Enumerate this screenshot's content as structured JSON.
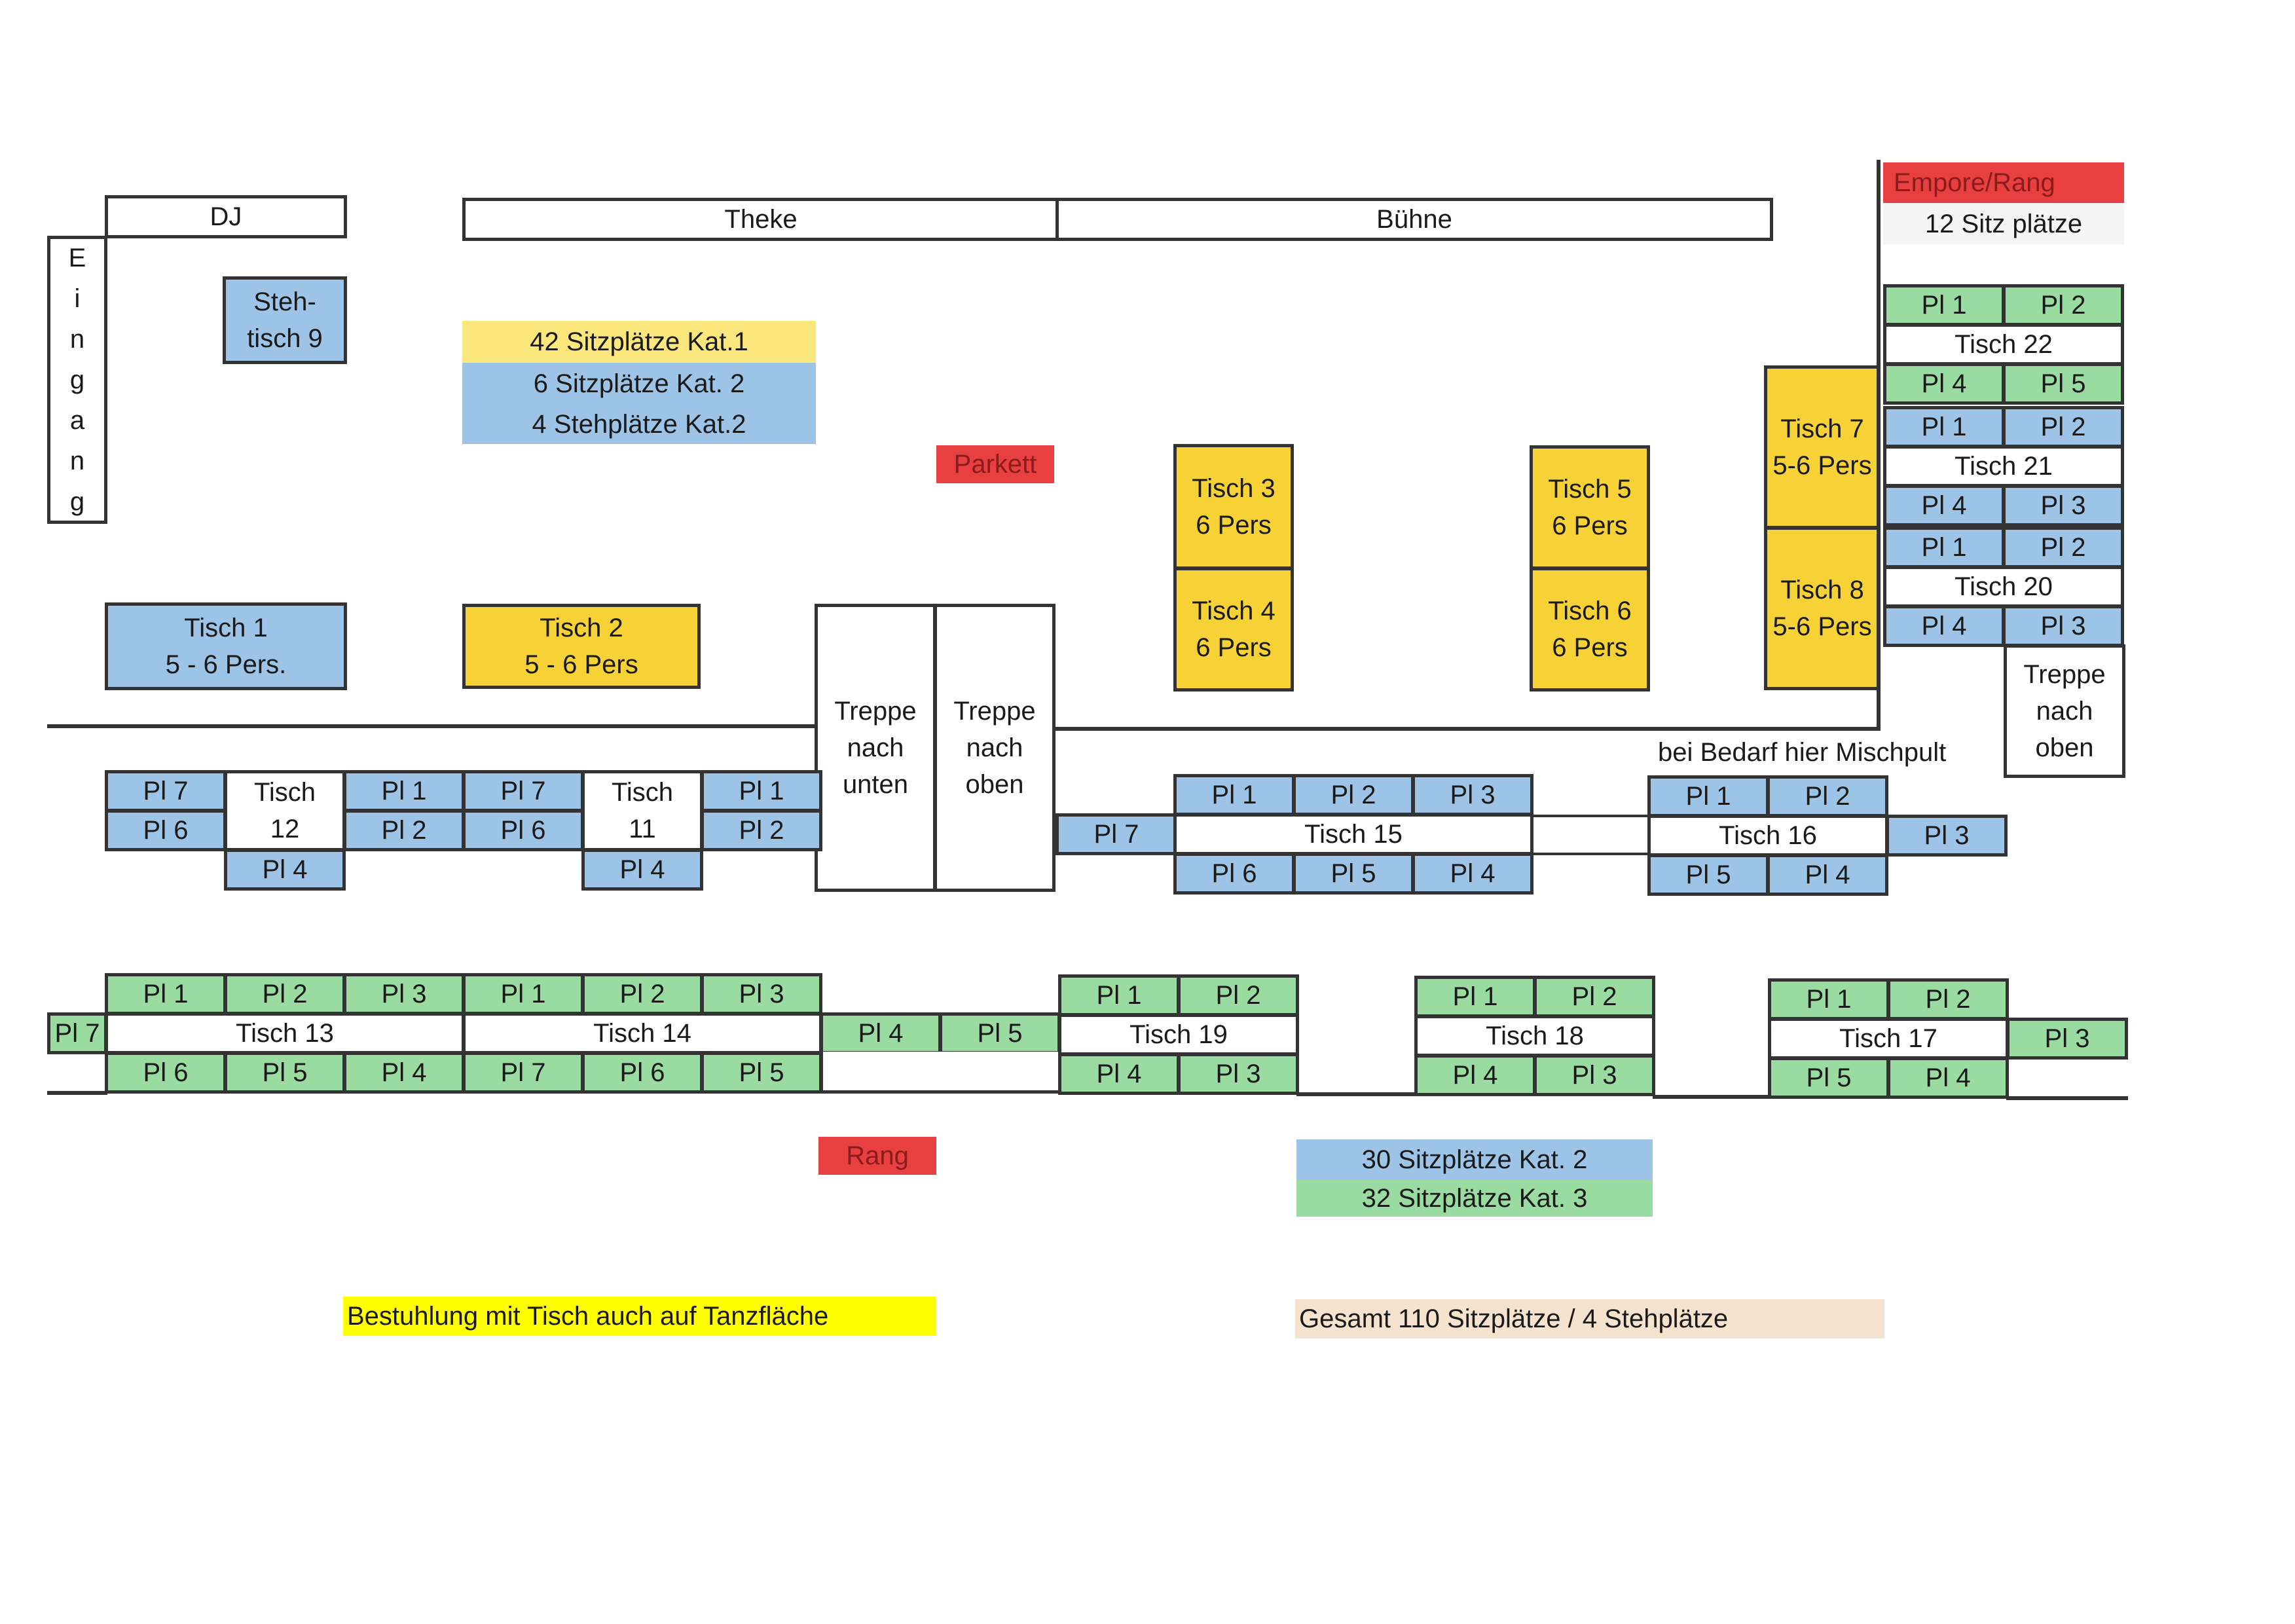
{
  "colors": {
    "kat1_yellow": "#f7d237",
    "kat2_blue": "#9dc3e6",
    "kat3_green": "#99dba0",
    "area_red": "#e84040",
    "note_yellow": "#ffff00",
    "total_peach": "#f6e3cf"
  },
  "dj": "DJ",
  "theke": "Theke",
  "buehne": "Bühne",
  "eingang": "E\ni\nn\ng\na\nn\ng",
  "stehtisch9": "Steh-\ntisch 9",
  "legend_top": {
    "kat1": "42  Sitzplätze Kat.1",
    "kat2": "6  Sitzplätze Kat. 2",
    "steh": "4  Stehplätze Kat.2"
  },
  "parkett": "Parkett",
  "tisch1": "Tisch  1\n5 - 6  Pers.",
  "tisch2": "Tisch  2\n5 - 6  Pers",
  "tisch3": "Tisch 3\n6 Pers",
  "tisch4": "Tisch 4\n6 Pers",
  "tisch5": "Tisch 5\n6 Pers",
  "tisch6": "Tisch 6\n6 Pers",
  "tisch7": "Tisch 7\n5-6 Pers",
  "tisch8": "Tisch 8\n5-6 Pers",
  "treppe_unten": "Treppe\nnach\nunten",
  "treppe_oben": "Treppe\nnach\noben",
  "treppe_oben_right": "Treppe\nnach\noben",
  "empore": {
    "title": "Empore/Rang",
    "seats": "12 Sitz  plätze",
    "t22": {
      "p1": "Pl 1",
      "p2": "Pl 2",
      "name": "Tisch  22",
      "p4": "Pl 4",
      "p5": "Pl 5"
    },
    "t21": {
      "p1": "Pl 1",
      "p2": "Pl 2",
      "name": "Tisch  21",
      "p4": "Pl 4",
      "p3": "Pl 3"
    },
    "t20": {
      "p1": "Pl 1",
      "p2": "Pl 2",
      "name": "Tisch  20",
      "p4": "Pl 4",
      "p3": "Pl 3"
    }
  },
  "mischpult": "bei Bedarf hier Mischpult",
  "t12": {
    "p7": "Pl 7",
    "p6": "Pl 6",
    "name": "Tisch\n12",
    "p4": "Pl 4",
    "p1": "Pl 1",
    "p2": "Pl 2"
  },
  "t11": {
    "p7": "Pl 7",
    "p6": "Pl 6",
    "name": "Tisch\n11",
    "p4": "Pl 4",
    "p1": "Pl 1",
    "p2": "Pl 2"
  },
  "t15": {
    "p1": "Pl 1",
    "p2": "Pl 2",
    "p3": "Pl 3",
    "p7": "Pl 7",
    "name": "Tisch 15",
    "p6": "Pl 6",
    "p5": "Pl 5",
    "p4": "Pl 4"
  },
  "t16": {
    "p1": "Pl 1",
    "p2": "Pl 2",
    "name": "Tisch  16",
    "p3": "Pl 3",
    "p5": "Pl 5",
    "p4": "Pl 4"
  },
  "t13": {
    "p1": "Pl 1",
    "p2": "Pl 2",
    "p3": "Pl 3",
    "p7": "Pl 7",
    "name": "Tisch 13",
    "p6": "Pl 6",
    "p5": "Pl 5",
    "p4": "Pl 4"
  },
  "t14": {
    "p1": "Pl 1",
    "p2": "Pl 2",
    "p3": "Pl 3",
    "name": "Tisch 14",
    "p7": "Pl 7",
    "p6": "Pl 6",
    "p5": "Pl 5",
    "p4": "Pl 4",
    "p5b": "Pl 5"
  },
  "t19": {
    "p1": "Pl 1",
    "p2": "Pl 2",
    "name": "Tisch  19",
    "p4": "Pl 4",
    "p3": "Pl 3"
  },
  "t18": {
    "p1": "Pl 1",
    "p2": "Pl 2",
    "name": "Tisch  18",
    "p4": "Pl 4",
    "p3": "Pl 3"
  },
  "t17": {
    "p1": "Pl 1",
    "p2": "Pl 2",
    "name": "Tisch   17",
    "p3": "Pl 3",
    "p5": "Pl 5",
    "p4": "Pl 4"
  },
  "rang": "Rang",
  "legend_bottom": {
    "kat2": "30  Sitzplätze Kat. 2",
    "kat3": "32  Sitzplätze Kat. 3"
  },
  "note": "Bestuhlung mit Tisch auch auf Tanzfläche",
  "total": "Gesamt 110 Sitzplätze / 4 Stehplätze"
}
